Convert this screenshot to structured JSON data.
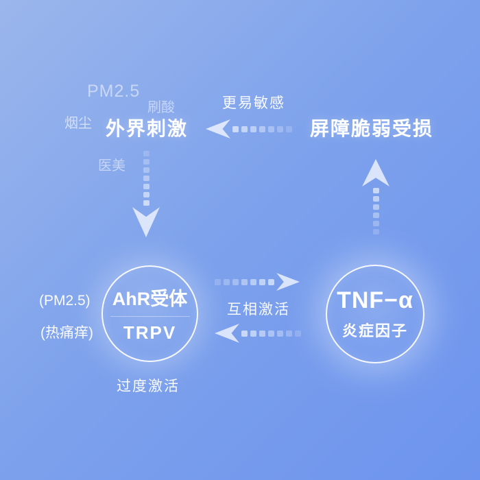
{
  "background": {
    "gradient_start": "#9bb6ec",
    "gradient_mid": "#7da1ec",
    "gradient_end": "#6d94ee",
    "text_color": "#ffffff"
  },
  "top_left": {
    "pm25": "PM2.5",
    "acid": "刷酸",
    "smoke": "烟尘",
    "main": "外界刺激",
    "medical_beauty": "医美"
  },
  "top_right": {
    "main": "屏障脆弱受损"
  },
  "top_arrow": {
    "label": "更易敏感"
  },
  "middle": {
    "label": "互相激活"
  },
  "left_circle": {
    "line1": "AhR受体",
    "line2": "TRPV",
    "side_label_1": "(PM2.5)",
    "side_label_2": "(热痛痒)",
    "bottom_label": "过度激活"
  },
  "right_circle": {
    "line1": "TNF−α",
    "line2": "炎症因子"
  }
}
